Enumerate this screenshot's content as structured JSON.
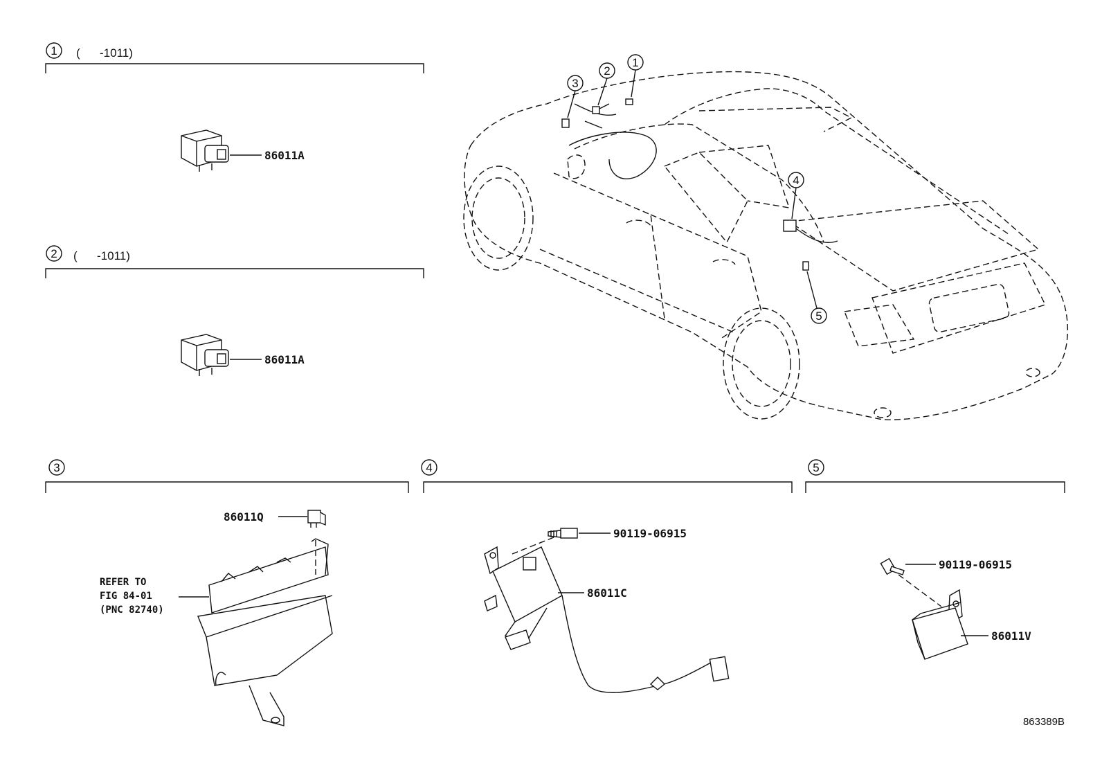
{
  "sections": [
    {
      "num": "1",
      "range": "(      -1011)",
      "part": "86011A"
    },
    {
      "num": "2",
      "range": "(      -1011)",
      "part": "86011A"
    },
    {
      "num": "3",
      "part": "86011Q",
      "refer": [
        "REFER TO",
        "FIG 84-01",
        "(PNC 82740)"
      ]
    },
    {
      "num": "4",
      "bolt": "90119-06915",
      "part": "86011C"
    },
    {
      "num": "5",
      "bolt": "90119-06915",
      "part": "86011V"
    }
  ],
  "car_callouts": [
    "1",
    "2",
    "3",
    "4",
    "5"
  ],
  "illustration_id": "863389B"
}
